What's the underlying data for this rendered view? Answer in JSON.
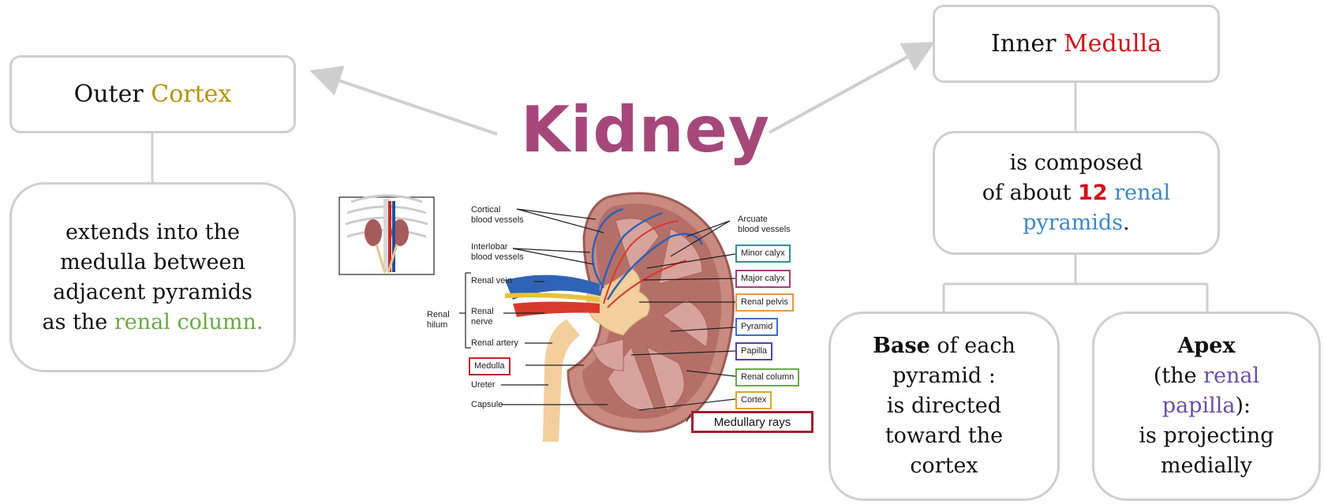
{
  "title": "Kidney",
  "outer": {
    "word1": "Outer",
    "word2": "Cortex",
    "desc_l1": "extends into the",
    "desc_l2": "medulla between",
    "desc_l3": "adjacent pyramids",
    "desc_l4_pre": "as the ",
    "desc_l4_hl": "renal column."
  },
  "inner": {
    "word1": "Inner",
    "word2": "Medulla",
    "comp_l1": "is composed",
    "comp_l2_pre": "of about ",
    "comp_num": "12",
    "comp_hl1": " renal",
    "comp_hl2": "pyramids",
    "comp_end": "."
  },
  "base": {
    "bold": "Base",
    "l1_rest": " of each",
    "l2": "pyramid :",
    "l3": "is directed",
    "l4": "toward the",
    "l5": "cortex"
  },
  "apex": {
    "bold": "Apex",
    "l2_pre": "(the ",
    "l2_hl": "renal",
    "l3_hl": "papilla",
    "l3_end": "):",
    "l4": "is projecting",
    "l5": "medially"
  },
  "diagram_labels": {
    "cortical": [
      "Cortical",
      "blood vessels"
    ],
    "interlobar": [
      "Interlobar",
      "blood vessels"
    ],
    "renal_vein": "Renal vein",
    "renal_nerve": [
      "Renal",
      "nerve"
    ],
    "renal_hilum": [
      "Renal",
      "hilum"
    ],
    "renal_artery": "Renal artery",
    "medulla": "Medulla",
    "ureter": "Ureter",
    "capsule": "Capsule",
    "arcuate": [
      "Arcuate",
      "blood vessels"
    ],
    "minor_calyx": "Minor calyx",
    "major_calyx": "Major calyx",
    "renal_pelvis": "Renal pelvis",
    "pyramid": "Pyramid",
    "papilla": "Papilla",
    "renal_column": "Renal column",
    "cortex": "Cortex",
    "medullary_rays": "Medullary rays"
  },
  "colors": {
    "title": "#a6477a",
    "cortex": "#b8920a",
    "medulla": "#d0121b",
    "renal_column": "#6aaa48",
    "pyramids": "#3f86c6",
    "papilla": "#6a4fa8",
    "box_border": "#cfcfcf"
  }
}
